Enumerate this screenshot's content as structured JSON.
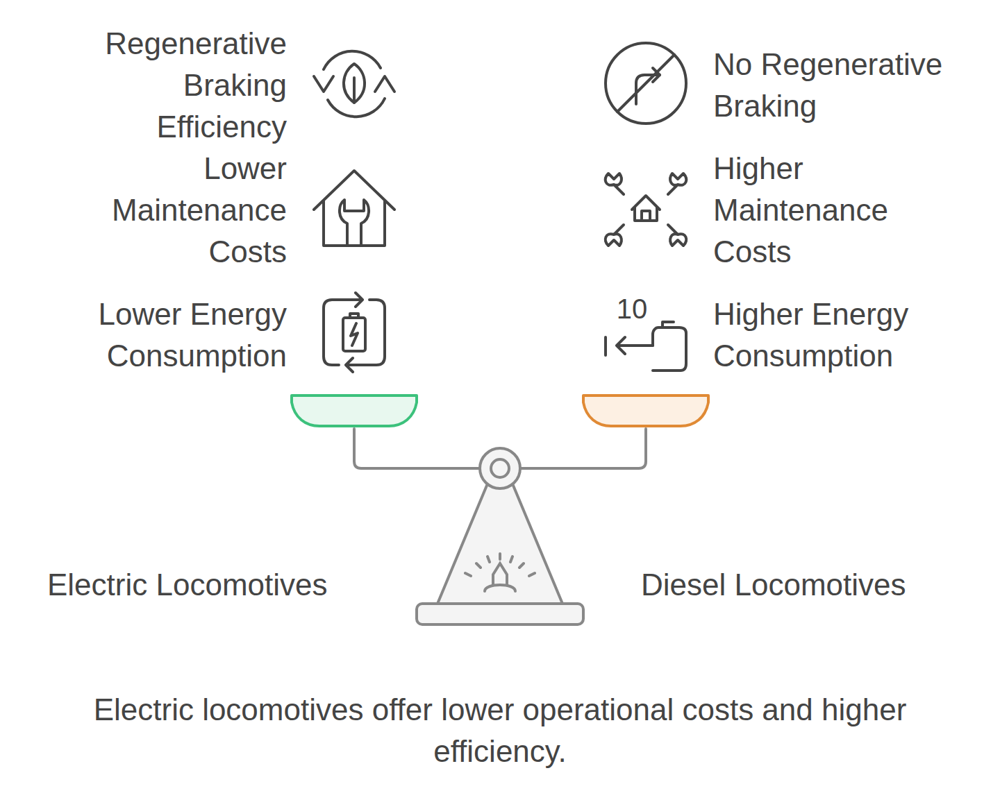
{
  "diagram": {
    "caption": "Electric locomotives offer lower operational costs and higher efficiency.",
    "labels": [
      "Regenerative Braking Efficiency",
      "No Regenerative Braking",
      "Lower Maintenance Costs",
      "Higher Maintenance Costs",
      "Lower Energy Consumption",
      "Higher Energy Consumption",
      "10",
      "Electric Locomotives",
      "Diesel Locomotives"
    ]
  }
}
